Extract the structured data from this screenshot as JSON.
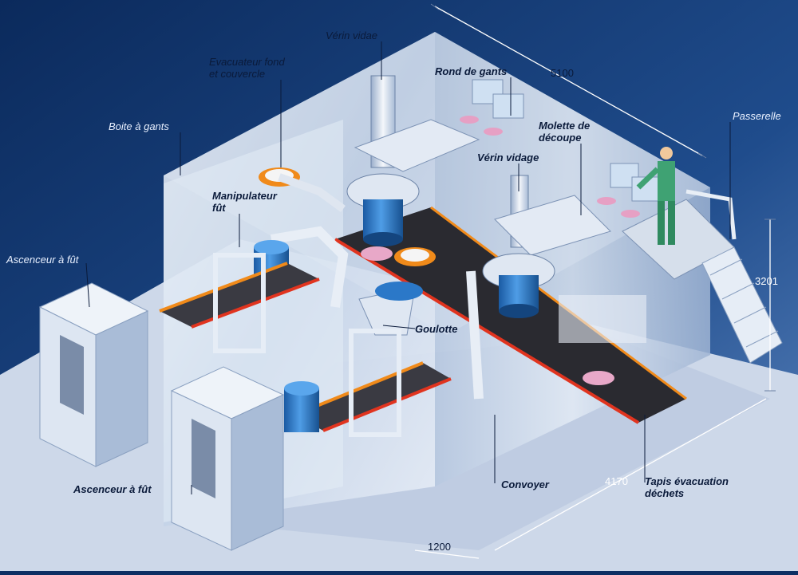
{
  "labels": {
    "verin_vidae": "Vérin vidae",
    "evacuateur_line1": "Evacuateur fond",
    "evacuateur_line2": "et couvercle",
    "rond_de_gants": "Rond de gants",
    "boite_a_gants": "Boite à gants",
    "passerelle": "Passerelle",
    "molette_line1": "Molette de",
    "molette_line2": "découpe",
    "verin_vidage": "Vérin vidage",
    "manipulateur_line1": "Manipulateur",
    "manipulateur_line2": "fût",
    "ascenceur_1": "Ascenceur à fût",
    "goulotte": "Goulotte",
    "ascenceur_2": "Ascenceur à fût",
    "convoyer": "Convoyer",
    "tapis_line1": "Tapis évacuation",
    "tapis_line2": "déchets"
  },
  "dimensions": {
    "length_top": "5100",
    "height_right": "3201",
    "length_bottom": "4170",
    "width_front": "1200"
  },
  "colors": {
    "background": "#0d2e63",
    "floor": "#d7e0ee",
    "wall": "#c9d7ea",
    "drum": "#2b78c8",
    "accent_red": "#e0341f",
    "accent_orange": "#f08a1a"
  }
}
